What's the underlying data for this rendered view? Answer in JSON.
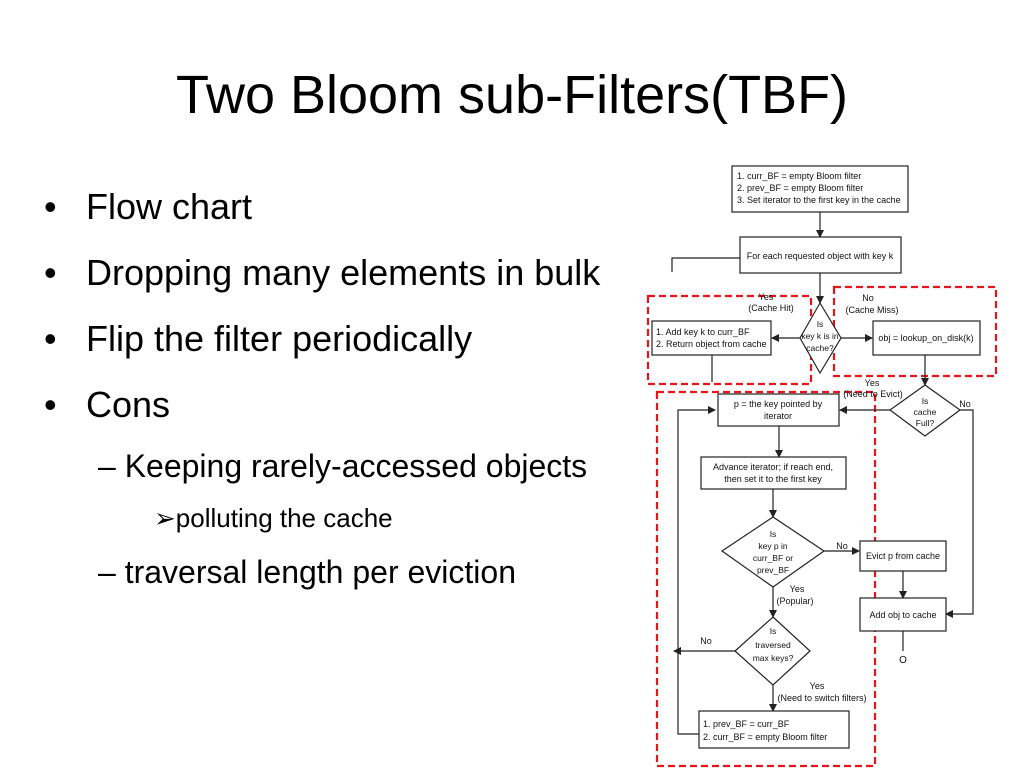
{
  "title": "Two Bloom sub-Filters(TBF)",
  "bullets": {
    "bullet_glyph": "•",
    "sub_glyph": "–",
    "subsub_glyph": "➢",
    "items": [
      "Flow chart",
      "Dropping many elements in bulk",
      "Flip the filter periodically",
      "Cons"
    ],
    "cons_items": [
      "Keeping rarely-accessed objects",
      "traversal length per eviction"
    ],
    "cons_sub_items": [
      "polluting the cache"
    ]
  },
  "flowchart": {
    "init_lines": [
      "1. curr_BF = empty Bloom filter",
      "2. prev_BF = empty Bloom filter",
      "3. Set iterator to the first key in the cache"
    ],
    "for_each": "For each requested object with key k",
    "hit_yes": "Yes",
    "hit_label": "(Cache Hit)",
    "miss_no": "No",
    "miss_label": "(Cache Miss)",
    "decision_in_cache": [
      "Is",
      "key k is in",
      "cache?"
    ],
    "hit_action": [
      "1. Add key k to curr_BF",
      "2. Return object from cache"
    ],
    "miss_action": "obj = lookup_on_disk(k)",
    "evict_yes": "Yes",
    "evict_label": "(Need to Evict)",
    "decision_full": [
      "Is",
      "cache",
      "Full?"
    ],
    "full_no": "No",
    "p_box": [
      "p = the key pointed by",
      "iterator"
    ],
    "advance_box": [
      "Advance iterator; if reach end,",
      "then set it to the first key"
    ],
    "decision_popular": [
      "Is",
      "key p in",
      "curr_BF or",
      "prev_BF"
    ],
    "popular_no": "No",
    "popular_yes": "Yes",
    "popular_label": "(Popular)",
    "evict_box": "Evict p from cache",
    "add_box": "Add obj to cache",
    "decision_traversed": [
      "Is",
      "traversed",
      "max keys?"
    ],
    "traversed_no": "No",
    "traversed_yes": "Yes",
    "traversed_label": "(Need to switch filters)",
    "switch_box": [
      "1. prev_BF = curr_BF",
      "2. curr_BF = empty Bloom filter"
    ],
    "end_mark": "O",
    "highlight_color": "#e8141c",
    "line_color": "#222222"
  }
}
